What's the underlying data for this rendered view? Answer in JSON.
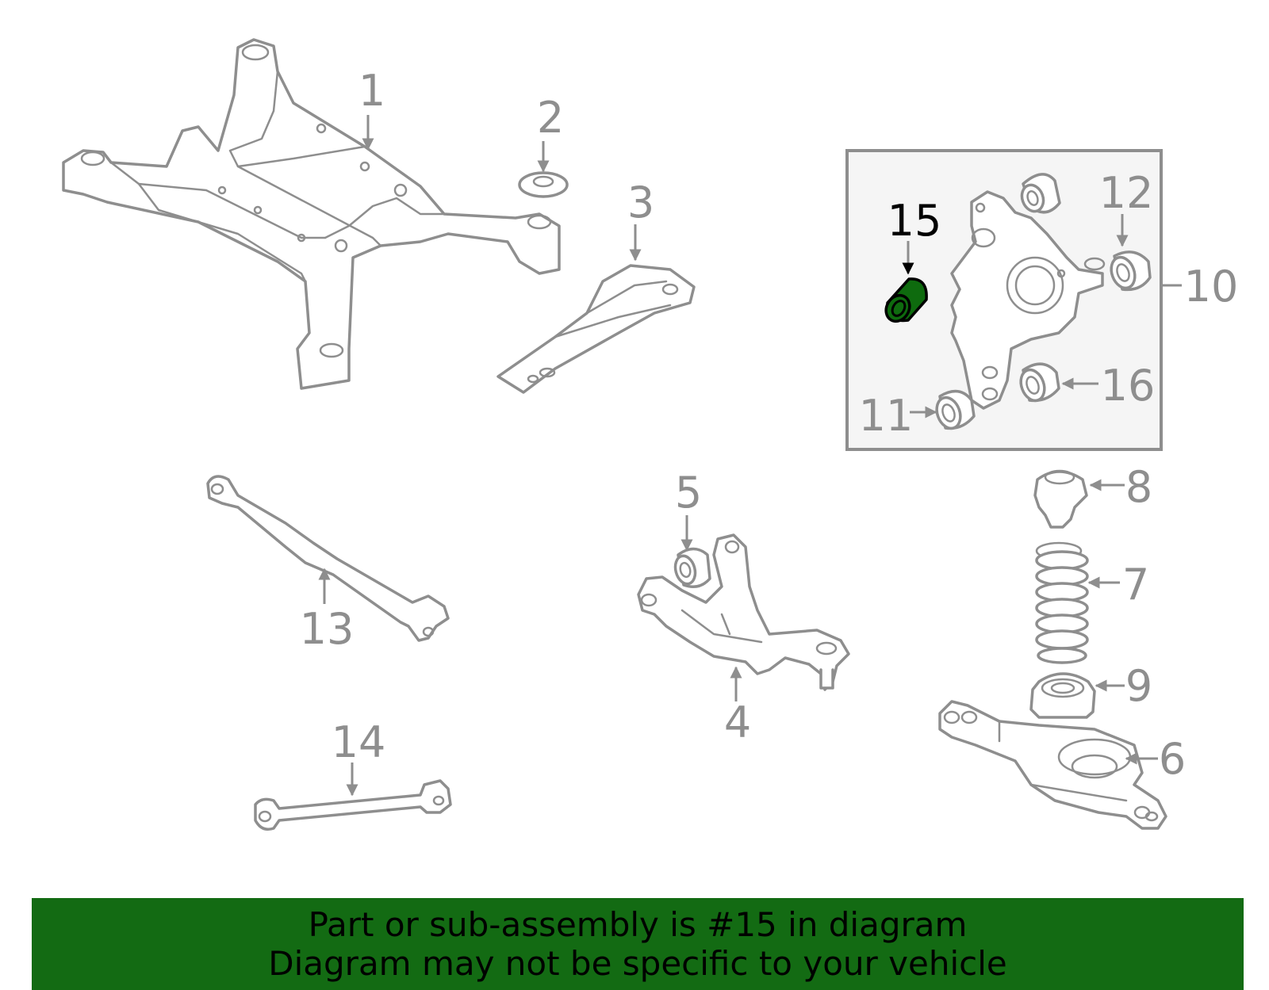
{
  "colors": {
    "line": "#8e8e8e",
    "highlight_fill": "#0e6b0e",
    "banner_bg": "#136b13",
    "inset_bg": "#f5f5f5"
  },
  "highlighted_part": "15",
  "callouts": {
    "c1": "1",
    "c2": "2",
    "c3": "3",
    "c4": "4",
    "c5": "5",
    "c6": "6",
    "c7": "7",
    "c8": "8",
    "c9": "9",
    "c10": "10",
    "c11": "11",
    "c12": "12",
    "c13": "13",
    "c14": "14",
    "c15": "15",
    "c16": "16"
  },
  "banner": {
    "line1": "Part or sub-assembly is #15 in diagram",
    "line2": "Diagram may not be specific to your vehicle"
  }
}
